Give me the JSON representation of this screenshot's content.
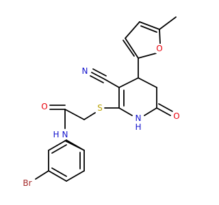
{
  "molecule": {
    "colors": {
      "carbon_bond": "#000000",
      "oxygen": "#e8000b",
      "nitrogen": "#1111cc",
      "sulfur": "#b8a000",
      "bromine": "#a52a2a",
      "background": "#ffffff"
    },
    "labels": {
      "o_furan": "O",
      "n_nitrile": "N",
      "n_ring": "N",
      "h_ring": "H",
      "o_ring": "O",
      "s_thio": "S",
      "o_amide": "O",
      "n_amide": "N",
      "h_amide": "H",
      "br": "Br"
    }
  }
}
